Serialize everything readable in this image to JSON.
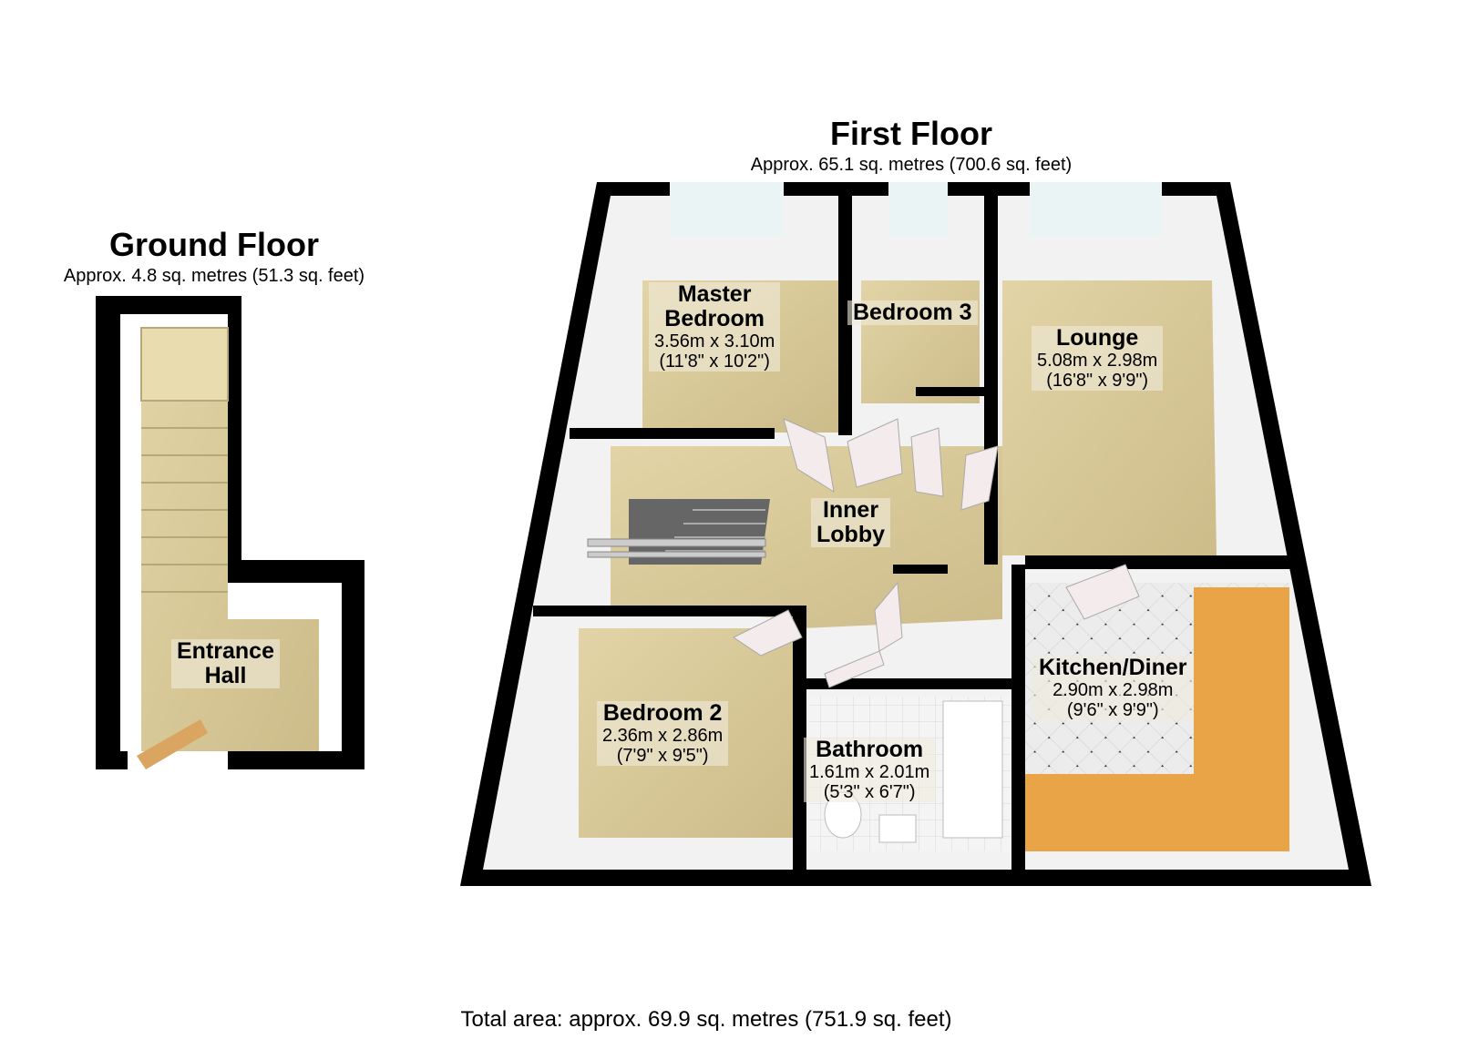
{
  "ground_floor": {
    "title": "Ground Floor",
    "area": "Approx. 4.8 sq. metres (51.3 sq. feet)",
    "rooms": [
      {
        "name": "Entrance Hall",
        "line1": "Entrance",
        "line2": "Hall"
      }
    ]
  },
  "first_floor": {
    "title": "First Floor",
    "area": "Approx. 65.1 sq. metres (700.6 sq. feet)",
    "rooms": [
      {
        "line1": "Master",
        "line2": "Bedroom",
        "metric": "3.56m x 3.10m",
        "imperial": "(11'8\" x 10'2\")"
      },
      {
        "line1": "Bedroom 3"
      },
      {
        "line1": "Lounge",
        "metric": "5.08m x 2.98m",
        "imperial": "(16'8\" x 9'9\")"
      },
      {
        "line1": "Inner",
        "line2": "Lobby"
      },
      {
        "line1": "Bedroom 2",
        "metric": "2.36m x 2.86m",
        "imperial": "(7'9\" x 9'5\")"
      },
      {
        "line1": "Bathroom",
        "metric": "1.61m x 2.01m",
        "imperial": "(5'3\" x 6'7\")"
      },
      {
        "line1": "Kitchen/Diner",
        "metric": "2.90m x 2.98m",
        "imperial": "(9'6\" x 9'9\")"
      }
    ]
  },
  "total_area": "Total area: approx. 69.9 sq. metres (751.9 sq. feet)",
  "colors": {
    "wall": "#000000",
    "carpet": "#d9c99a",
    "tile": "#e8e8e8",
    "wood": "#e8a040",
    "inner_wall": "#f2f2f2"
  }
}
